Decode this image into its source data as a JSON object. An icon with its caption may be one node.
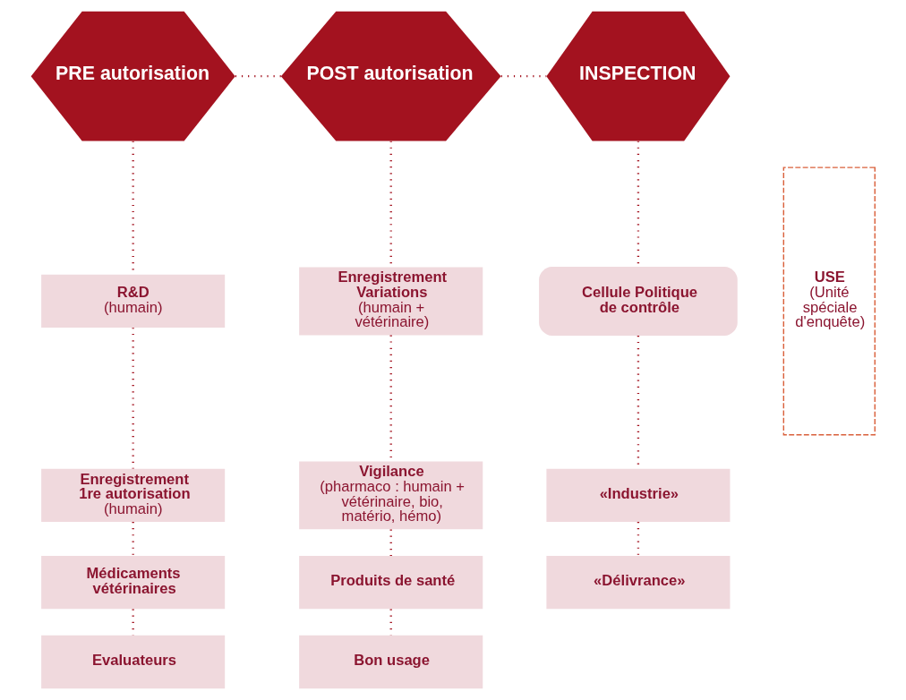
{
  "diagram": {
    "nodes": [
      {
        "text": [
          "PRE autorisation"
        ]
      },
      {
        "text": [
          "POST autorisation"
        ]
      },
      {
        "text": [
          "INSPECTION"
        ]
      },
      {
        "text": [
          "R&D",
          "(humain)"
        ]
      },
      {
        "text": [
          "Enregistrement 1re autorisation",
          "(humain)"
        ]
      },
      {
        "text": [
          "Médicaments vétérinaires"
        ]
      },
      {
        "text": [
          "Evaluateurs"
        ]
      },
      {
        "text": [
          "Enregistrement Variations",
          "(humain + vétérinaire)"
        ]
      },
      {
        "text": [
          "Vigilance",
          "(pharmaco : humain + vétérinaire, bio, matério, hémo)"
        ]
      },
      {
        "text": [
          "Produits de santé"
        ]
      },
      {
        "text": [
          "Bon usage"
        ]
      },
      {
        "text": [
          "Cellule Politique de contrôle"
        ]
      },
      {
        "text": [
          "«Industrie»"
        ]
      },
      {
        "text": [
          "«Délivrance»"
        ]
      },
      {
        "text": [
          "USE",
          "(Unité spéciale d'enquête)"
        ]
      }
    ],
    "edges": [
      {
        "from": 0,
        "to": 1,
        "arrow": "none",
        "style": "dashed"
      },
      {
        "from": 1,
        "to": 2,
        "arrow": "none",
        "style": "dashed"
      },
      {
        "from": 0,
        "to": 3,
        "arrow": "none",
        "style": "dashed"
      },
      {
        "from": 3,
        "to": 4,
        "arrow": "none",
        "style": "dashed"
      },
      {
        "from": 4,
        "to": 5,
        "arrow": "none",
        "style": "dashed"
      },
      {
        "from": 5,
        "to": 6,
        "arrow": "none",
        "style": "dashed"
      },
      {
        "from": 1,
        "to": 7,
        "arrow": "none",
        "style": "dashed"
      },
      {
        "from": 7,
        "to": 8,
        "arrow": "none",
        "style": "dashed"
      },
      {
        "from": 8,
        "to": 9,
        "arrow": "none",
        "style": "dashed"
      },
      {
        "from": 9,
        "to": 10,
        "arrow": "none",
        "style": "dashed"
      },
      {
        "from": 2,
        "to": 11,
        "arrow": "none",
        "style": "dashed"
      },
      {
        "from": 11,
        "to": 12,
        "arrow": "none",
        "style": "dashed"
      },
      {
        "from": 12,
        "to": 13,
        "arrow": "none",
        "style": "dashed"
      }
    ]
  }
}
